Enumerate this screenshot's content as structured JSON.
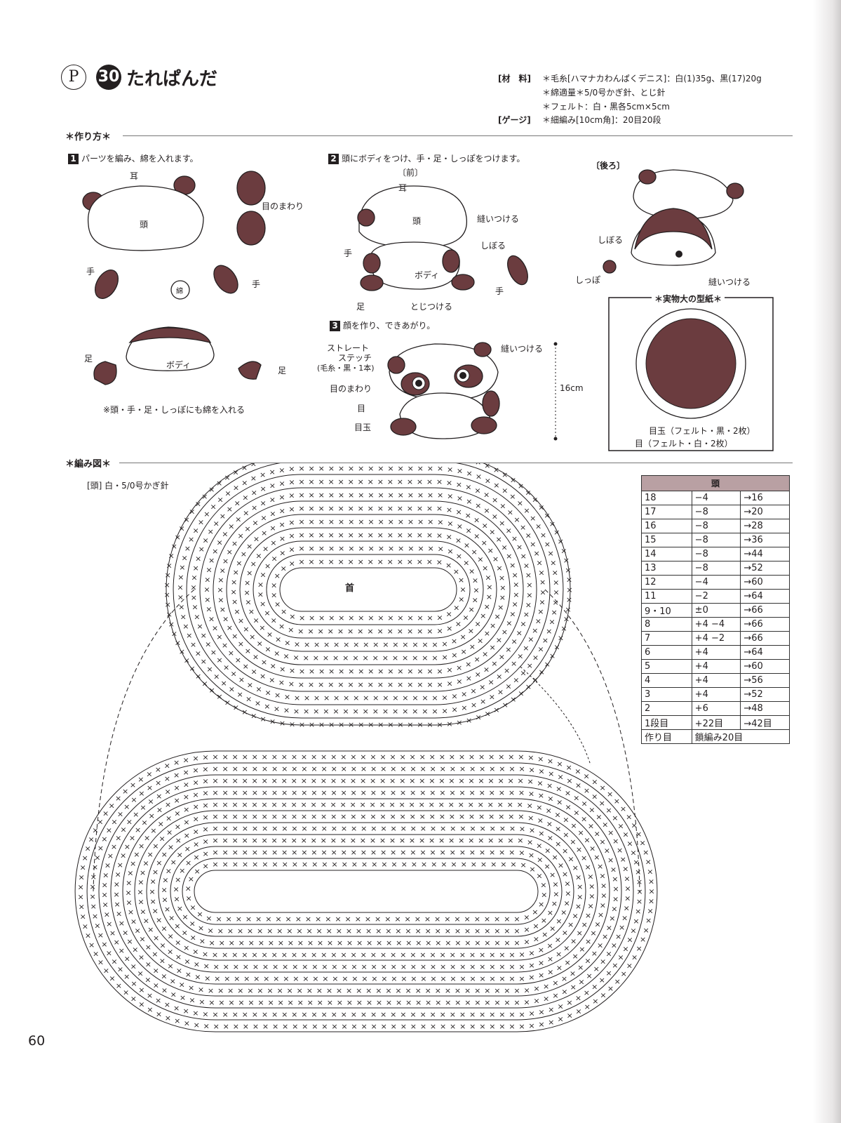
{
  "header": {
    "p_badge": "P",
    "number": "30",
    "title": "たれぱんだ"
  },
  "materials": {
    "label": "[材　料]",
    "lines": [
      "＊毛糸[ハマナカわんぱくデニス]：白(1)35g、黒(17)20g",
      "＊綿適量＊5/0号かぎ針、とじ針",
      "＊フェルト：白・黒各5cm×5cm"
    ],
    "gauge_label": "[ゲージ]",
    "gauge": "＊細編み[10cm角]：20目20段"
  },
  "howto": {
    "title": "＊作り方＊",
    "step1": {
      "num": "1",
      "text": "パーツを編み、綿を入れます。",
      "labels": {
        "ear": "耳",
        "head": "頭",
        "eye_patch": "目のまわり",
        "hand_l": "手",
        "hand_r": "手",
        "cotton": "綿",
        "body": "ボディ",
        "foot_l": "足",
        "foot_r": "足"
      },
      "note": "※頭・手・足・しっぽにも綿を入れる"
    },
    "step2": {
      "num": "2",
      "text": "頭にボディをつけ、手・足・しっぽをつけます。",
      "front": "〔前〕",
      "back": "〔後ろ〕",
      "labels": {
        "ear": "耳",
        "head": "頭",
        "sew": "縫いつける",
        "hand": "手",
        "body": "ボディ",
        "foot": "足",
        "attach": "とじつける",
        "gather": "しぼる",
        "hand2": "手",
        "gather2": "しぼる",
        "tail": "しっぽ",
        "sew2": "縫いつける"
      }
    },
    "step3": {
      "num": "3",
      "text": "顔を作り、できあがり。",
      "labels": {
        "stitch": "ストレート",
        "stitch2": "ステッチ",
        "stitch3": "(毛糸・黒・1本)",
        "eye_patch": "目のまわり",
        "eye": "目",
        "pupil": "目玉",
        "sew": "縫いつける",
        "height": "16cm"
      }
    },
    "pattern": {
      "title": "＊実物大の型紙＊",
      "pupil": "目玉（フェルト・黒・2枚）",
      "eye": "目（フェルト・白・2枚）"
    }
  },
  "chart": {
    "title": "＊編み図＊",
    "head_caption": "[頭] 白・5/0号かぎ針",
    "neck": "首"
  },
  "table": {
    "header": "頭",
    "rows": [
      [
        "18",
        "−4",
        "→16"
      ],
      [
        "17",
        "−8",
        "→20"
      ],
      [
        "16",
        "−8",
        "→28"
      ],
      [
        "15",
        "−8",
        "→36"
      ],
      [
        "14",
        "−8",
        "→44"
      ],
      [
        "13",
        "−8",
        "→52"
      ],
      [
        "12",
        "−4",
        "→60"
      ],
      [
        "11",
        "−2",
        "→64"
      ],
      [
        "9・10",
        "±0",
        "→66"
      ],
      [
        "8",
        "+4 −4",
        "→66"
      ],
      [
        "7",
        "+4 −2",
        "→66"
      ],
      [
        "6",
        "+4",
        "→64"
      ],
      [
        "5",
        "+4",
        "→60"
      ],
      [
        "4",
        "+4",
        "→56"
      ],
      [
        "3",
        "+4",
        "→52"
      ],
      [
        "2",
        "+6",
        "→48"
      ],
      [
        "1段目",
        "+22目",
        "→42目"
      ]
    ],
    "footer": [
      "作り目",
      "鎖編み20目"
    ]
  },
  "colors": {
    "brown": "#6b3c3f",
    "table_header": "#b9a0a3"
  },
  "page_number": "60"
}
